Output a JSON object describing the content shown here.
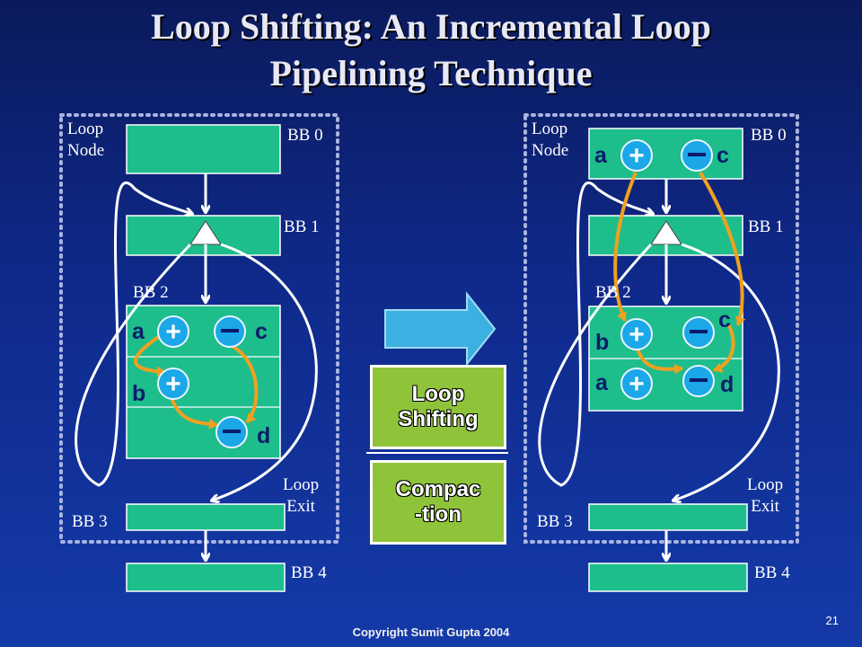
{
  "title_line1": "Loop Shifting: An Incremental Loop",
  "title_line2": "Pipelining Technique",
  "left": {
    "loop_node": [
      "Loop",
      "Node"
    ],
    "loop_exit": [
      "Loop",
      "Exit"
    ],
    "bb0": "BB 0",
    "bb1": "BB 1",
    "bb2": "BB 2",
    "bb3": "BB 3",
    "bb4": "BB 4",
    "ops": {
      "a": "a",
      "b": "b",
      "c": "c",
      "d": "d"
    }
  },
  "right": {
    "loop_node": [
      "Loop",
      "Node"
    ],
    "loop_exit": [
      "Loop",
      "Exit"
    ],
    "bb0": "BB 0",
    "bb1": "BB 1",
    "bb2": "BB 2",
    "bb3": "BB 3",
    "bb4": "BB 4",
    "ops": {
      "a_top": "a",
      "c_top": "c",
      "b": "b",
      "c": "c",
      "a": "a",
      "d": "d"
    }
  },
  "buttons": {
    "loop_shifting": [
      "Loop",
      "Shifting"
    ],
    "compaction": [
      "Compac",
      "-tion"
    ]
  },
  "footer": "Copyright Sumit Gupta 2004",
  "page_number": "21",
  "colors": {
    "block": "#1ebd8c",
    "op_circle": "#1ba7e8",
    "dependency_arrow": "#f0a020",
    "button": "#8fc43a"
  }
}
